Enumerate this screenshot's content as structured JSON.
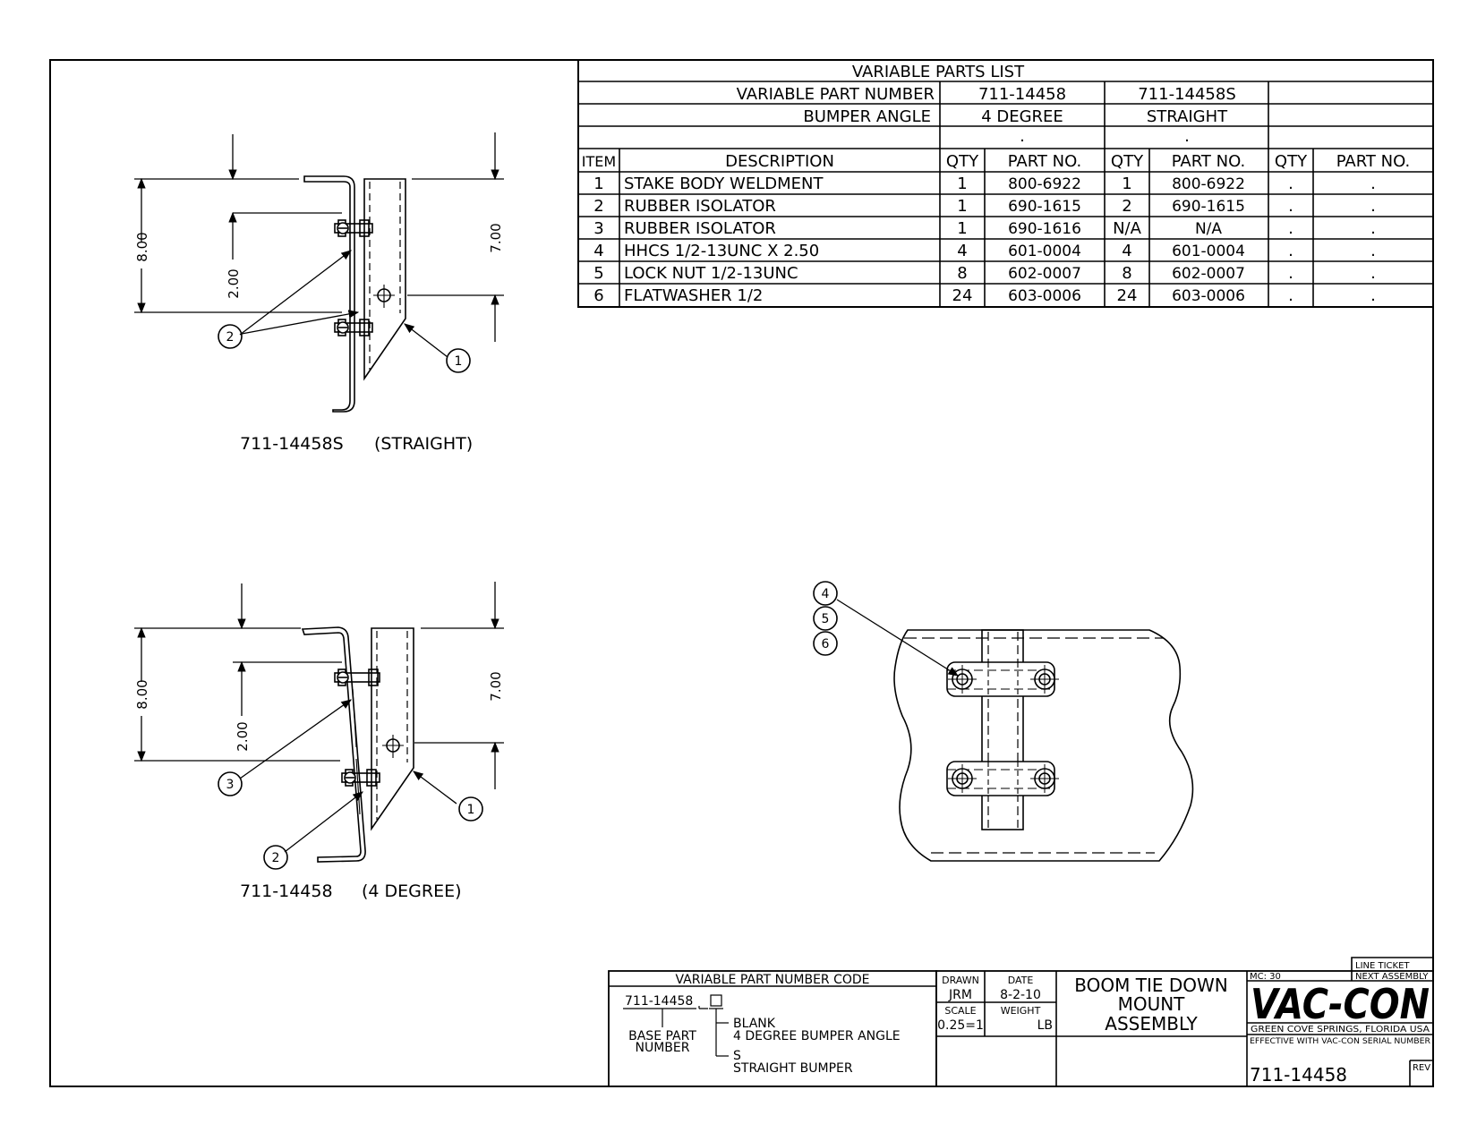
{
  "parts_list": {
    "title": "VARIABLE PARTS LIST",
    "variable_part_number_label": "VARIABLE PART NUMBER",
    "bumper_angle_label": "BUMPER ANGLE",
    "variants": [
      {
        "part_number": "711-14458",
        "bumper_angle": "4 DEGREE",
        "blank": "."
      },
      {
        "part_number": "711-14458S",
        "bumper_angle": "STRAIGHT",
        "blank": "."
      },
      {
        "part_number": "",
        "bumper_angle": "",
        "blank": ""
      }
    ],
    "headers": {
      "item": "ITEM",
      "description": "DESCRIPTION",
      "qty": "QTY",
      "part_no": "PART NO."
    },
    "rows": [
      {
        "item": "1",
        "description": "STAKE BODY WELDMENT",
        "q1": "1",
        "p1": "800-6922",
        "q2": "1",
        "p2": "800-6922",
        "q3": ".",
        "p3": "."
      },
      {
        "item": "2",
        "description": "RUBBER ISOLATOR",
        "q1": "1",
        "p1": "690-1615",
        "q2": "2",
        "p2": "690-1615",
        "q3": ".",
        "p3": "."
      },
      {
        "item": "3",
        "description": "RUBBER ISOLATOR",
        "q1": "1",
        "p1": "690-1616",
        "q2": "N/A",
        "p2": "N/A",
        "q3": ".",
        "p3": "."
      },
      {
        "item": "4",
        "description": "HHCS 1/2-13UNC X 2.50",
        "q1": "4",
        "p1": "601-0004",
        "q2": "4",
        "p2": "601-0004",
        "q3": ".",
        "p3": "."
      },
      {
        "item": "5",
        "description": "LOCK NUT 1/2-13UNC",
        "q1": "8",
        "p1": "602-0007",
        "q2": "8",
        "p2": "602-0007",
        "q3": ".",
        "p3": "."
      },
      {
        "item": "6",
        "description": "FLATWASHER 1/2",
        "q1": "24",
        "p1": "603-0006",
        "q2": "24",
        "p2": "603-0006",
        "q3": ".",
        "p3": "."
      }
    ]
  },
  "views": {
    "straight": {
      "caption_part": "711-14458S",
      "caption_type": "(STRAIGHT)",
      "dim_overall": "8.00",
      "dim_spacing": "2.00",
      "dim_body": "7.00",
      "balloons": [
        "1",
        "2"
      ]
    },
    "degree": {
      "caption_part": "711-14458",
      "caption_type": "(4 DEGREE)",
      "dim_overall": "8.00",
      "dim_spacing": "2.00",
      "dim_body": "7.00",
      "balloons": [
        "1",
        "2",
        "3"
      ]
    },
    "top_view": {
      "balloons": [
        "4",
        "5",
        "6"
      ]
    }
  },
  "part_code": {
    "title": "VARIABLE PART NUMBER CODE",
    "base": "711-14458",
    "base_label_line1": "BASE PART",
    "base_label_line2": "NUMBER",
    "blank": "BLANK",
    "blank_desc": "4 DEGREE BUMPER ANGLE",
    "s": "S",
    "s_desc": "STRAIGHT BUMPER"
  },
  "title_block": {
    "drawn_label": "DRAWN",
    "drawn": "JRM",
    "date_label": "DATE",
    "date": "8-2-10",
    "scale_label": "SCALE",
    "scale": "0.25=1",
    "weight_label": "WEIGHT",
    "weight_unit": "LB",
    "title_line1": "BOOM TIE DOWN",
    "title_line2": "MOUNT",
    "title_line3": "ASSEMBLY",
    "line_ticket": "LINE TICKET",
    "mc": "MC: 30",
    "next_assembly": "NEXT ASSEMBLY",
    "company": "VAC-CON",
    "location": "GREEN COVE SPRINGS, FLORIDA USA",
    "effective": "EFFECTIVE WITH VAC-CON SERIAL NUMBER",
    "drawing_number": "711-14458",
    "rev_label": "REV"
  }
}
